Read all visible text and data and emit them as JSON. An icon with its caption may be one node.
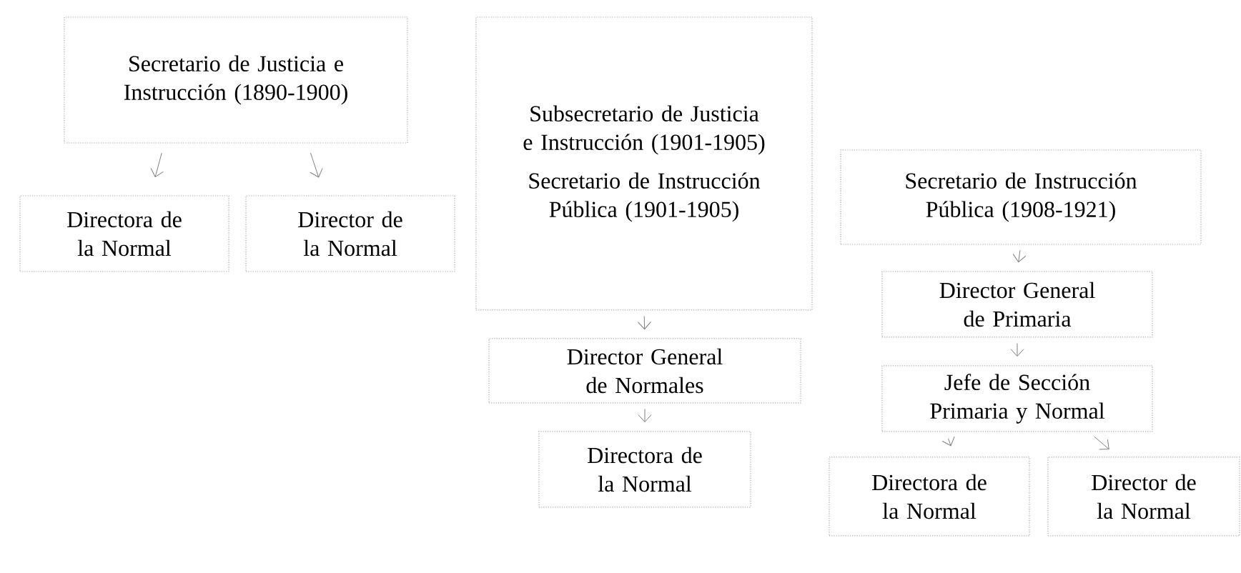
{
  "diagram": {
    "nodes": [
      {
        "text": [
          "Secretario de Justicia e Instrucción (1890-1900)"
        ]
      },
      {
        "text": [
          "Directora de la Normal"
        ]
      },
      {
        "text": [
          "Director de la Normal"
        ]
      },
      {
        "text": [
          "Subsecretario de Justicia e Instrucción (1901-1905)",
          "Secretario de Instrucción Pública (1901-1905)"
        ]
      },
      {
        "text": [
          "Director General de Normales"
        ]
      },
      {
        "text": [
          "Directora de la Normal"
        ]
      },
      {
        "text": [
          "Secretario de Instrucción Pública (1908-1921)"
        ]
      },
      {
        "text": [
          "Director General de Primaria"
        ]
      },
      {
        "text": [
          "Jefe de Sección Primaria y Normal"
        ]
      },
      {
        "text": [
          "Directora de la Normal"
        ]
      },
      {
        "text": [
          "Director de la Normal"
        ]
      }
    ],
    "edges": [
      {
        "from": 0,
        "to": 1,
        "arrow": "to"
      },
      {
        "from": 0,
        "to": 2,
        "arrow": "to"
      },
      {
        "from": 3,
        "to": 4,
        "arrow": "to"
      },
      {
        "from": 4,
        "to": 5,
        "arrow": "to"
      },
      {
        "from": 6,
        "to": 7,
        "arrow": "to"
      },
      {
        "from": 7,
        "to": 8,
        "arrow": "to"
      },
      {
        "from": 8,
        "to": 9,
        "arrow": "to"
      },
      {
        "from": 8,
        "to": 10,
        "arrow": "to"
      }
    ]
  }
}
